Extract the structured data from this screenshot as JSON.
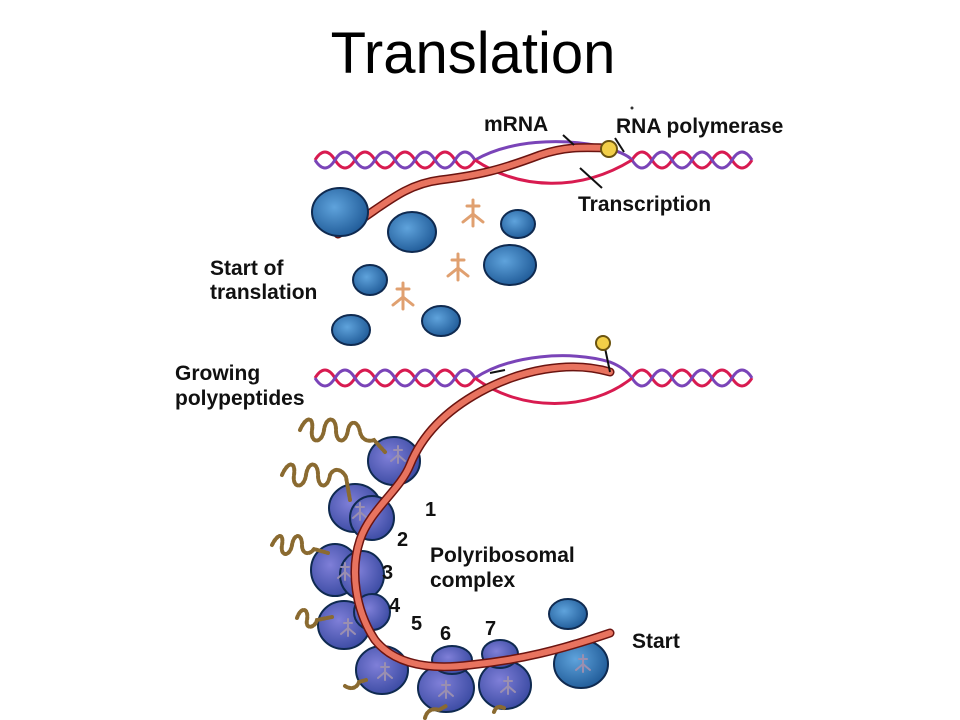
{
  "title": "Translation",
  "labels": {
    "mrna": "mRNA",
    "rna_polymerase": "RNA polymerase",
    "transcription": "Transcription",
    "start_of": "Start of",
    "translation": "translation",
    "growing": "Growing",
    "polypeptides": "polypeptides",
    "polyribosomal": "Polyribosomal",
    "complex": "complex",
    "start": "Start"
  },
  "ribosome_numbers": [
    "1",
    "2",
    "3",
    "4",
    "5",
    "6",
    "7"
  ],
  "colors": {
    "dna_strand_red": "#d81b50",
    "dna_strand_purple": "#7a44b8",
    "mrna_fill": "#e8735f",
    "mrna_outline": "#6b1410",
    "ribosome_fill": "#2f6fb0",
    "ribosome_polysome_fill": "#5a5ab8",
    "trna": "#e8b080",
    "polypeptide": "#8a6a30",
    "polymerase": "#f2cf48"
  },
  "icons": [
    "ribosome-icon",
    "trna-icon",
    "rna-polymerase-icon",
    "polypeptide-chain-icon"
  ]
}
